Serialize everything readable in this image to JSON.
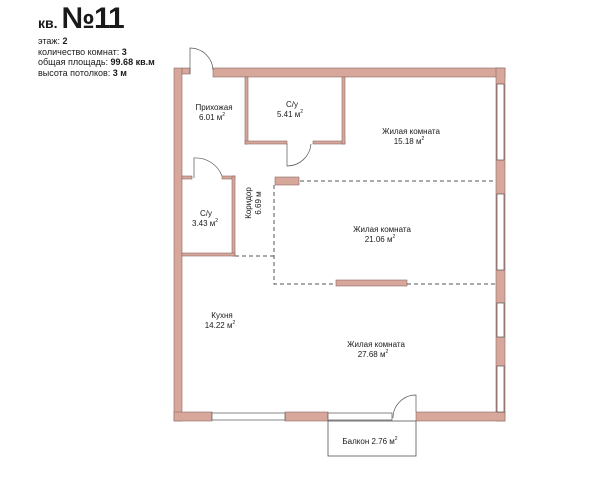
{
  "header": {
    "prefix": "кв.",
    "number": "№11",
    "info": [
      {
        "label": "этаж:",
        "value": "2"
      },
      {
        "label": "количество комнат:",
        "value": "3"
      },
      {
        "label": "общая площадь:",
        "value": "99.68 кв.м"
      },
      {
        "label": "высота потолков:",
        "value": "3 м"
      }
    ]
  },
  "rooms": {
    "hall": {
      "name": "Прихожая",
      "area": "6.01 м"
    },
    "bath1": {
      "name": "С/у",
      "area": "5.41 м"
    },
    "living1": {
      "name": "Жилая комната",
      "area": "15.18 м"
    },
    "corridor": {
      "name": "Коридор",
      "area": "6.69 м"
    },
    "bath2": {
      "name": "С/у",
      "area": "3.43 м"
    },
    "living2": {
      "name": "Жилая комната",
      "area": "21.06 м"
    },
    "kitchen": {
      "name": "Кухня",
      "area": "14.22 м"
    },
    "living3": {
      "name": "Жилая комната",
      "area": "27.68 м"
    },
    "balcony": {
      "name": "Балкон",
      "area": "2.76 м"
    }
  },
  "superscript": "2",
  "colors": {
    "wall": "#d8a79c",
    "line": "#555555",
    "window": "#ffffff"
  }
}
